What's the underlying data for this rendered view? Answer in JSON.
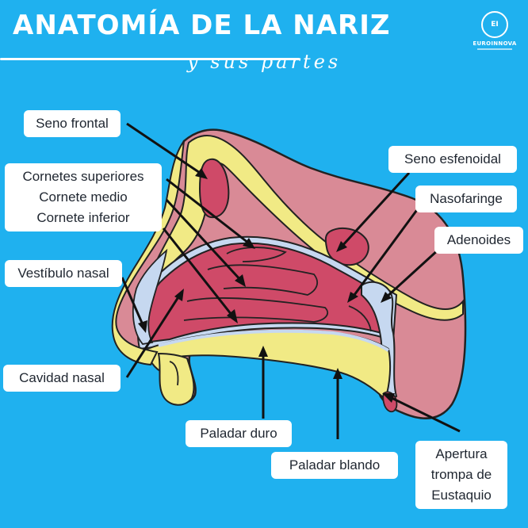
{
  "header": {
    "title": "ANATOMÍA DE LA NARIZ",
    "subtitle": "y sus partes"
  },
  "brand": {
    "name": "EUROINNOVA",
    "logo_icon": "euroinnova-seal-icon",
    "logo_letters": "EI"
  },
  "labels": {
    "seno_frontal": "Seno frontal",
    "cornetes_superiores": "Cornetes superiores",
    "cornete_medio": "Cornete medio",
    "cornete_inferior": "Cornete inferior",
    "vestibulo_nasal": "Vestíbulo nasal",
    "cavidad_nasal": "Cavidad nasal",
    "paladar_duro": "Paladar duro",
    "paladar_blando": "Paladar blando",
    "seno_esfenoidal": "Seno esfenoidal",
    "nasofaringe": "Nasofaringe",
    "adenoides": "Adenoides",
    "apertura_1": "Apertura",
    "apertura_2": "trompa de",
    "apertura_3": "Eustaquio"
  },
  "colors": {
    "background": "#1fb1ef",
    "tissue_pink": "#d98a96",
    "cavity_red": "#cf4a68",
    "bone_yellow": "#f1ea85",
    "membrane_blue": "#c6d8f0",
    "outline": "#222222"
  }
}
